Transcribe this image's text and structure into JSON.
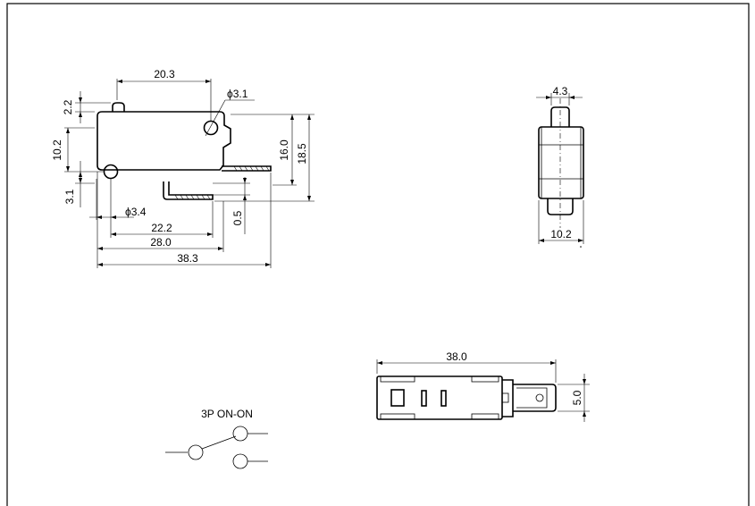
{
  "dimensions": {
    "lever_width": "20.3",
    "hole_dia_top": "ϕ3.1",
    "lever_height": "2.2",
    "height_10_2": "10.2",
    "offset_3_1": "3.1",
    "hole_dia_bottom": "ϕ3.4",
    "span_22_2": "22.2",
    "body_length": "28.0",
    "overall_length": "38.3",
    "terminal_gap": "0.5",
    "height_16_0": "16.0",
    "height_18_5": "18.5",
    "side_top_width": "4.3",
    "side_width": "10.2",
    "bottom_length": "38.0",
    "terminal_width": "5.0"
  },
  "schematic": {
    "label": "3P ON-ON"
  }
}
